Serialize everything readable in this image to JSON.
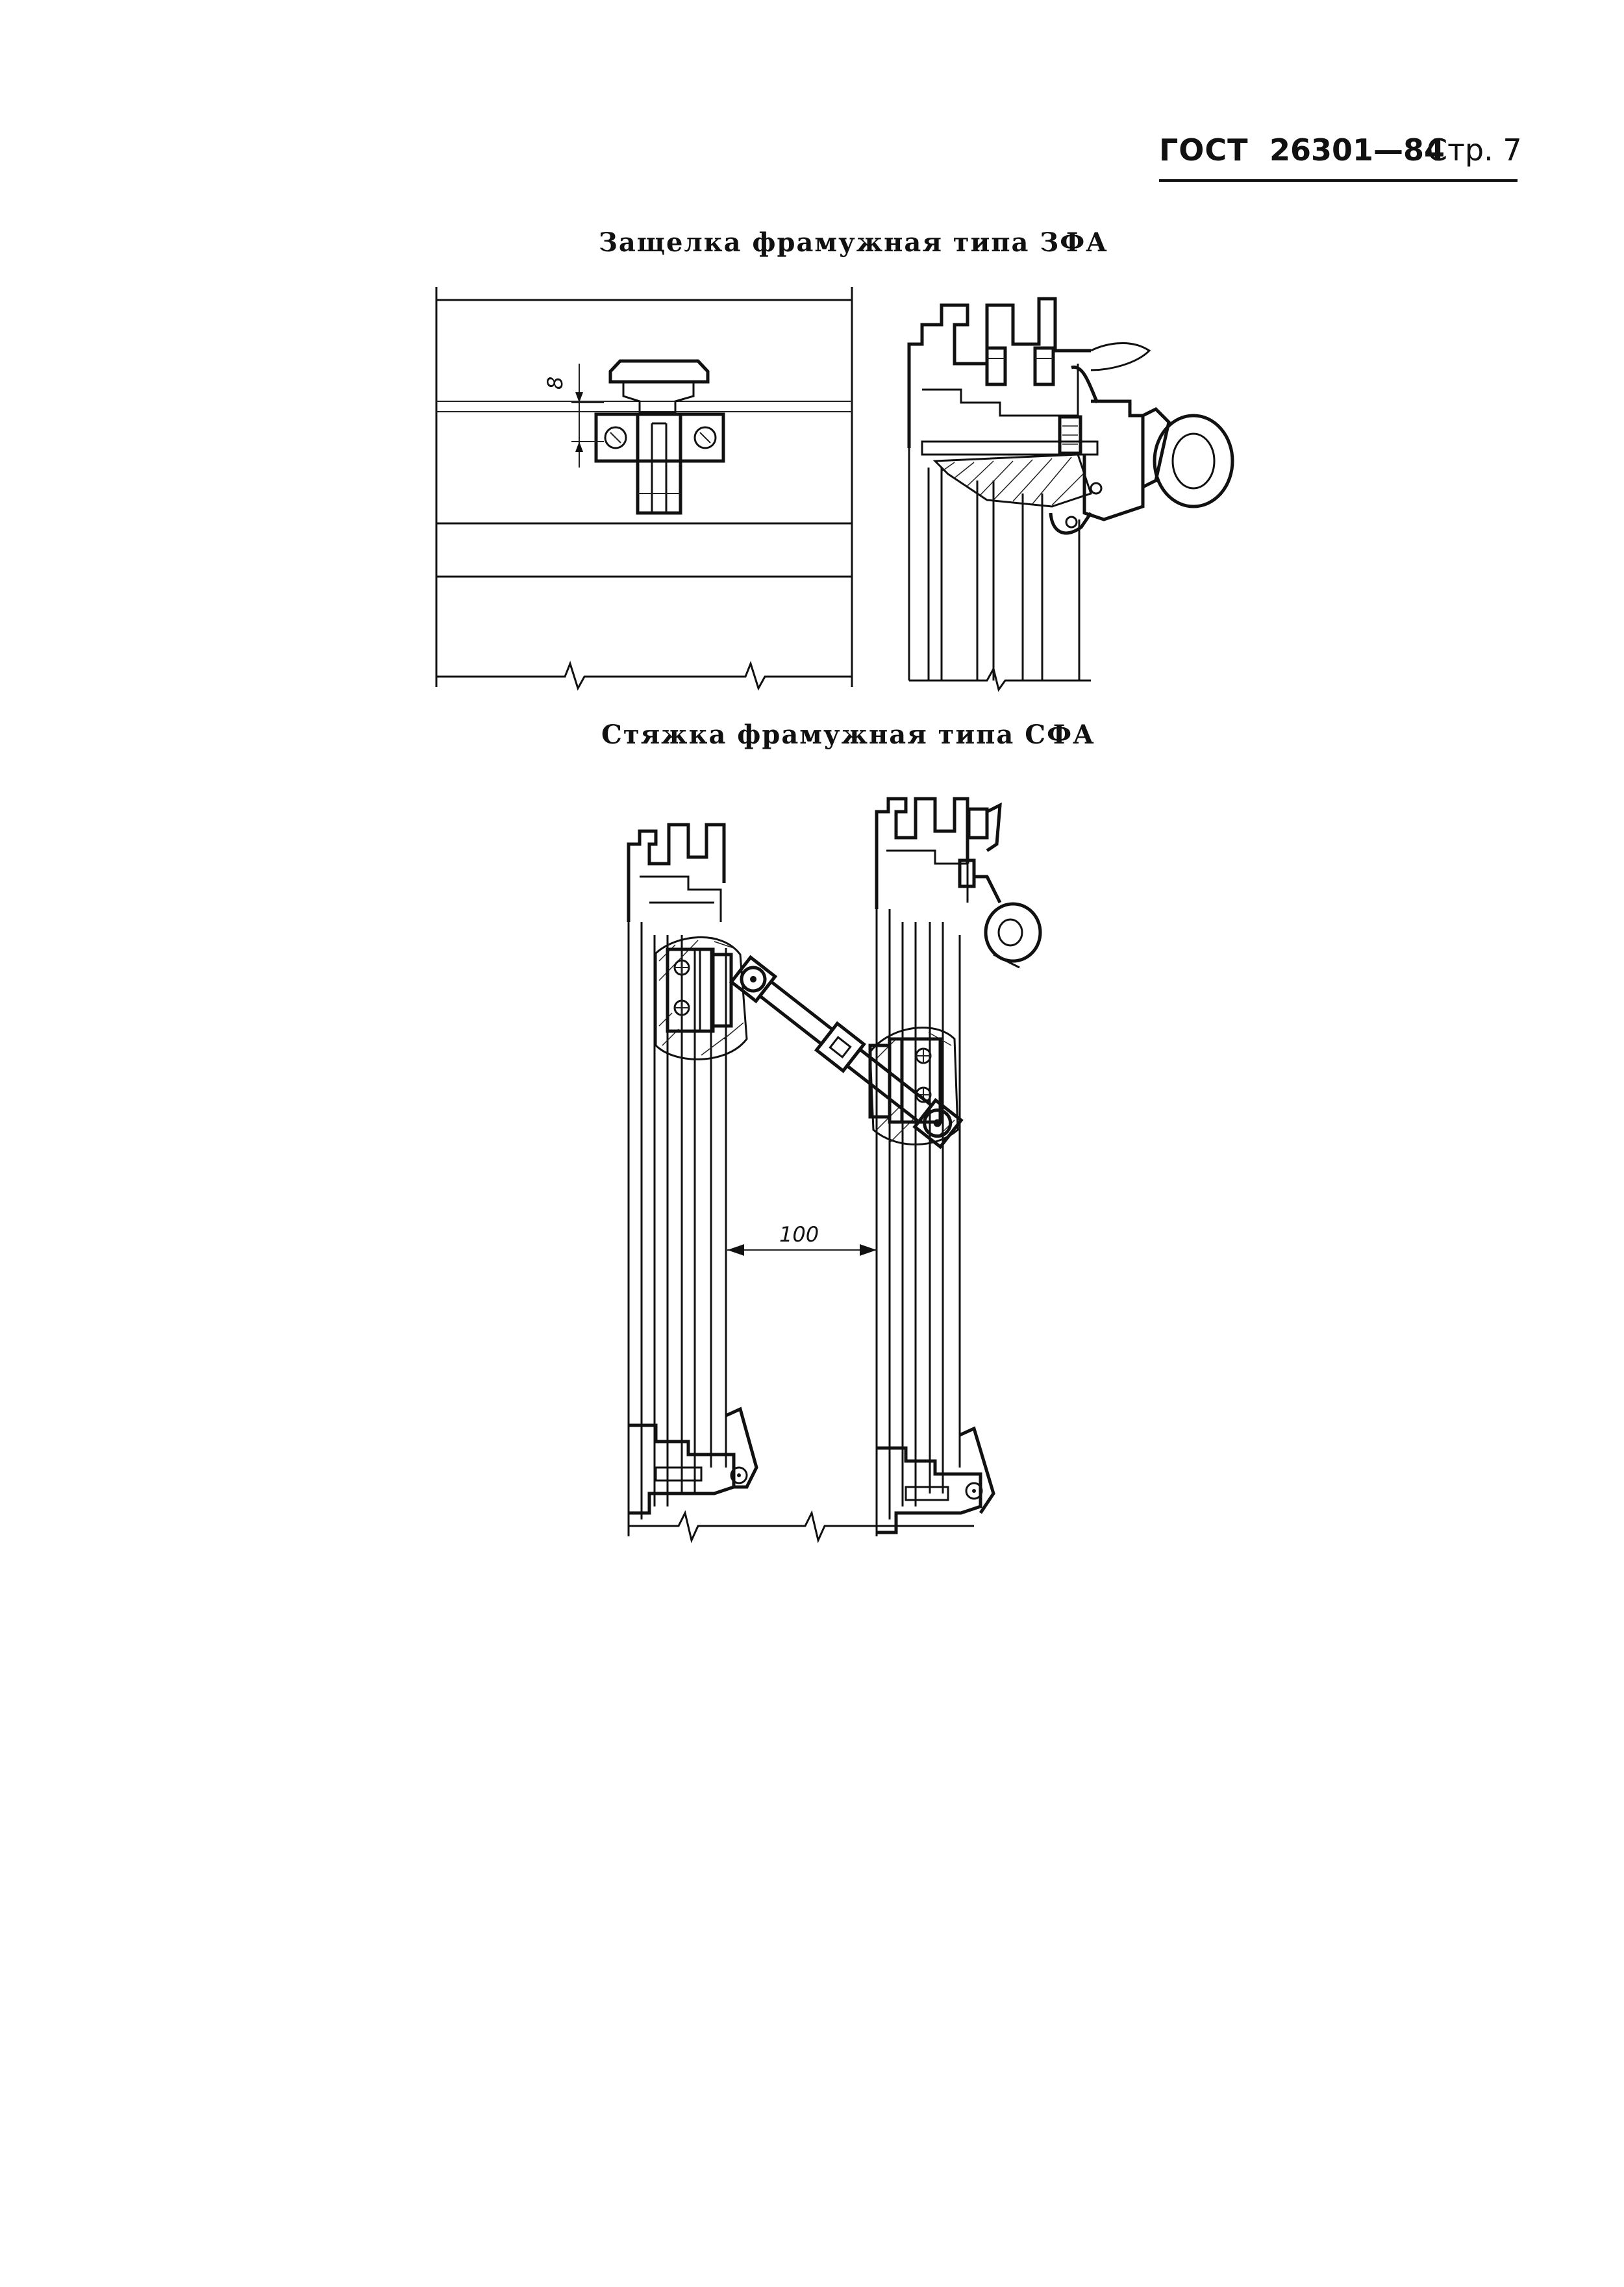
{
  "header": {
    "standard": "ГОСТ",
    "number": "26301—84",
    "page": "Стр. 7"
  },
  "sections": [
    {
      "title": "Защелка фрамужная типа ЗФА"
    },
    {
      "title": "Стяжка фрамужная типа СФА"
    }
  ],
  "dimensions": {
    "latch_offset": "8",
    "gap": "100"
  }
}
